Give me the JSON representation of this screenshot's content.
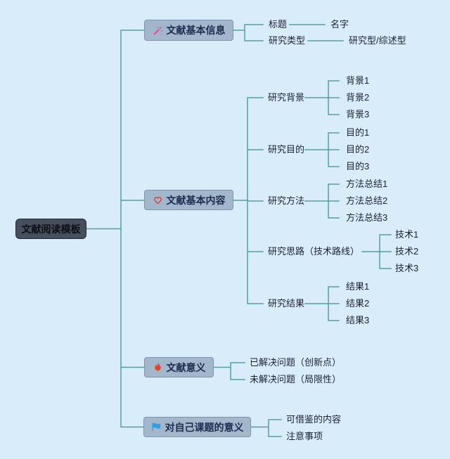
{
  "mindmap": {
    "root": {
      "label": "文献阅读模板"
    },
    "branches": [
      {
        "label": "文献基本信息",
        "icon": "magic-wand-icon",
        "children": [
          {
            "label": "标题",
            "children": [
              "名字"
            ]
          },
          {
            "label": "研究类型",
            "children": [
              "研究型/综述型"
            ]
          }
        ]
      },
      {
        "label": "文献基本内容",
        "icon": "heart-icon",
        "children": [
          {
            "label": "研究背景",
            "children": [
              "背景1",
              "背景2",
              "背景3"
            ]
          },
          {
            "label": "研究目的",
            "children": [
              "目的1",
              "目的2",
              "目的3"
            ]
          },
          {
            "label": "研究方法",
            "children": [
              "方法总结1",
              "方法总结2",
              "方法总结3"
            ]
          },
          {
            "label": "研究思路（技术路线）",
            "children": [
              "技术1",
              "技术2",
              "技术3"
            ]
          },
          {
            "label": "研究结果",
            "children": [
              "结果1",
              "结果2",
              "结果3"
            ]
          }
        ]
      },
      {
        "label": "文献意义",
        "icon": "flame-icon",
        "children": [
          {
            "label": "已解决问题（创新点）",
            "children": []
          },
          {
            "label": "未解决问题（局限性）",
            "children": []
          }
        ]
      },
      {
        "label": "对自己课题的意义",
        "icon": "flag-icon",
        "children": [
          {
            "label": "可借鉴的内容",
            "children": []
          },
          {
            "label": "注意事项",
            "children": []
          }
        ]
      }
    ],
    "colors": {
      "background": "#d9ecfa",
      "connector": "#549e9b",
      "branch_box_bg": "#a2b7cb",
      "branch_box_border": "#7e94aa",
      "branch_text": "#1c2b4f",
      "root_box_bg": "#474f5e",
      "root_box_border": "#23293a",
      "root_text": "#0c0f15",
      "label_text": "#1a2133",
      "magic_wand": "#e8468e",
      "heart": "#e23b3b",
      "flame": "#ee4123",
      "flag": "#29a0e6"
    }
  }
}
